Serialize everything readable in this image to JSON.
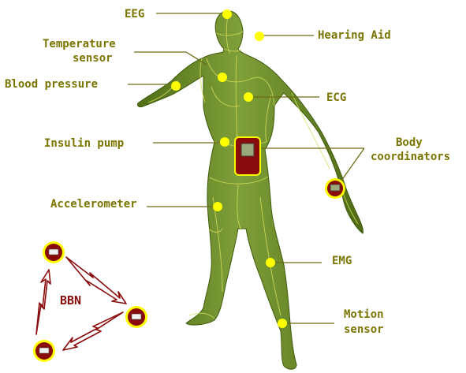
{
  "labels": {
    "eeg": "EEG",
    "hearing_aid": "Hearing Aid",
    "temperature_line1": "Temperature",
    "temperature_line2": "sensor",
    "blood_pressure": "Blood pressure",
    "ecg": "ECG",
    "insulin_pump": "Insulin pump",
    "body_coord_line1": "Body",
    "body_coord_line2": "coordinators",
    "accelerometer": "Accelerometer",
    "emg": "EMG",
    "motion_line1": "Motion",
    "motion_line2": "sensor",
    "bbn": "BBN"
  },
  "colors": {
    "label_text": "#7a7400",
    "body_fill": "#6b8e23",
    "mesh_lines": "#d8e05a",
    "sensor_dot": "#ffff00",
    "coordinator_fill": "#8a0b0b",
    "bbn_text": "#8a0b0b"
  }
}
